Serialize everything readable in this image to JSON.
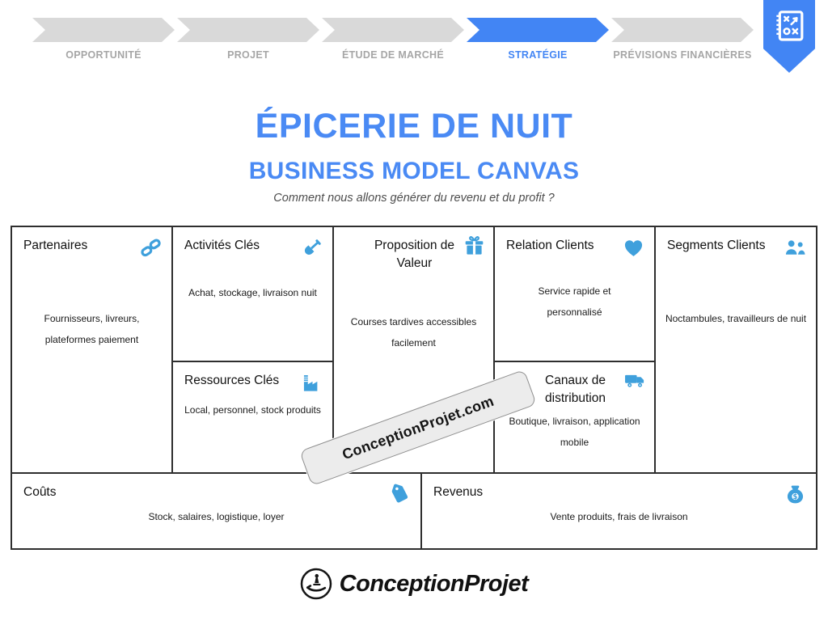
{
  "colors": {
    "accent_blue": "#4285F4",
    "title_blue": "#4A8AF4",
    "icon_blue": "#3FA0DC",
    "chevron_gray": "#D9D9D9",
    "label_gray": "#A6A6A6",
    "border_dark": "#2E2E2E"
  },
  "timeline": {
    "steps": [
      {
        "label": "OPPORTUNITÉ",
        "active": false
      },
      {
        "label": "PROJET",
        "active": false
      },
      {
        "label": "ÉTUDE DE MARCHÉ",
        "active": false
      },
      {
        "label": "STRATÉGIE",
        "active": true
      },
      {
        "label": "PRÉVISIONS FINANCIÈRES",
        "active": false
      }
    ],
    "badge_icon": "strategy-board-icon"
  },
  "header": {
    "title": "ÉPICERIE DE NUIT",
    "subtitle": "BUSINESS MODEL CANVAS",
    "tagline": "Comment nous allons générer du revenu et du profit ?"
  },
  "canvas": {
    "partenaires": {
      "title": "Partenaires",
      "icon": "chain-link-icon",
      "content": "Fournisseurs, livreurs, plateformes paiement"
    },
    "activites": {
      "title": "Activités Clés",
      "icon": "shovel-icon",
      "content": "Achat, stockage, livraison nuit"
    },
    "ressources": {
      "title": "Ressources Clés",
      "icon": "factory-icon",
      "content": "Local, personnel, stock produits"
    },
    "proposition": {
      "title": "Proposition de Valeur",
      "icon": "gift-icon",
      "content": "Courses tardives accessibles facilement"
    },
    "relation": {
      "title": "Relation Clients",
      "icon": "heart-icon",
      "content": "Service rapide et personnalisé"
    },
    "canaux": {
      "title": "Canaux de distribution",
      "icon": "truck-icon",
      "content": "Boutique, livraison, application mobile"
    },
    "segments": {
      "title": "Segments Clients",
      "icon": "people-icon",
      "content": "Noctambules, travailleurs de nuit"
    },
    "couts": {
      "title": "Coûts",
      "icon": "price-tag-icon",
      "content": "Stock, salaires, logistique, loyer"
    },
    "revenus": {
      "title": "Revenus",
      "icon": "money-bag-icon",
      "content": "Vente produits, frais de livraison"
    }
  },
  "watermark": {
    "text": "ConceptionProjet.com"
  },
  "footer": {
    "brand": "ConceptionProjet",
    "icon": "hand-holding-icon"
  }
}
